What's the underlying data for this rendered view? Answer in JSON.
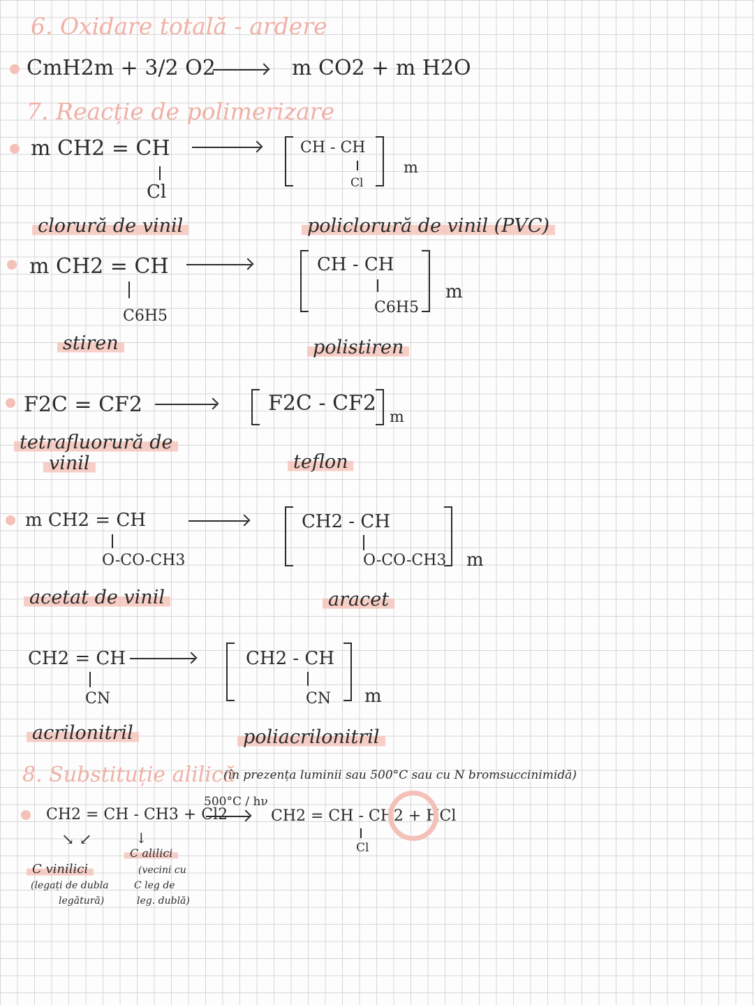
{
  "s6": {
    "heading": "6. Oxidare totală - ardere",
    "eq_left": "CmH2m + 3/2 O2",
    "eq_right": "m CO2 + m H2O"
  },
  "s7": {
    "heading": "7. Reacție de polimerizare",
    "r1": {
      "left": "m CH2 = CH",
      "sub": "Cl",
      "prod": "CH - CH",
      "prod_sub": "Cl",
      "n": "m",
      "label_left": "clorură de vinil",
      "label_right": "policlorură de vinil (PVC)"
    },
    "r2": {
      "left": "m CH2 = CH",
      "sub": "C6H5",
      "prod": "CH - CH",
      "prod_sub": "C6H5",
      "n": "m",
      "label_left": "stiren",
      "label_right": "polistiren"
    },
    "r3": {
      "left": "F2C = CF2",
      "prod": "F2C - CF2",
      "n": "m",
      "label_left_1": "tetrafluorură de",
      "label_left_2": "vinil",
      "label_right": "teflon"
    },
    "r4": {
      "left": "m CH2 = CH",
      "sub": "O-CO-CH3",
      "prod": "CH2 - CH",
      "prod_sub": "O-CO-CH3",
      "n": "m",
      "label_left": "acetat de vinil",
      "label_right": "aracet"
    },
    "r5": {
      "left": "CH2 = CH",
      "sub": "CN",
      "prod": "CH2 - CH",
      "prod_sub": "CN",
      "n": "m",
      "label_left": "acrilonitril",
      "label_right": "poliacrilonitril"
    }
  },
  "s8": {
    "heading": "8. Substituție alilică",
    "note": "(în prezența luminii sau 500°C sau cu N bromsuccinimidă)",
    "reactants": "CH2 = CH - CH3 + Cl2",
    "condition": "500°C / hν",
    "product": "CH2 = CH - CH2 + HCl",
    "product_sub": "Cl",
    "vinilic": "C vinilici",
    "vinilic_note_1": "(legați de dubla",
    "vinilic_note_2": "legătură)",
    "alilic": "C alilici",
    "alilic_note_1": "(vecini cu",
    "alilic_note_2": "C leg de",
    "alilic_note_3": "leg. dublă)"
  }
}
